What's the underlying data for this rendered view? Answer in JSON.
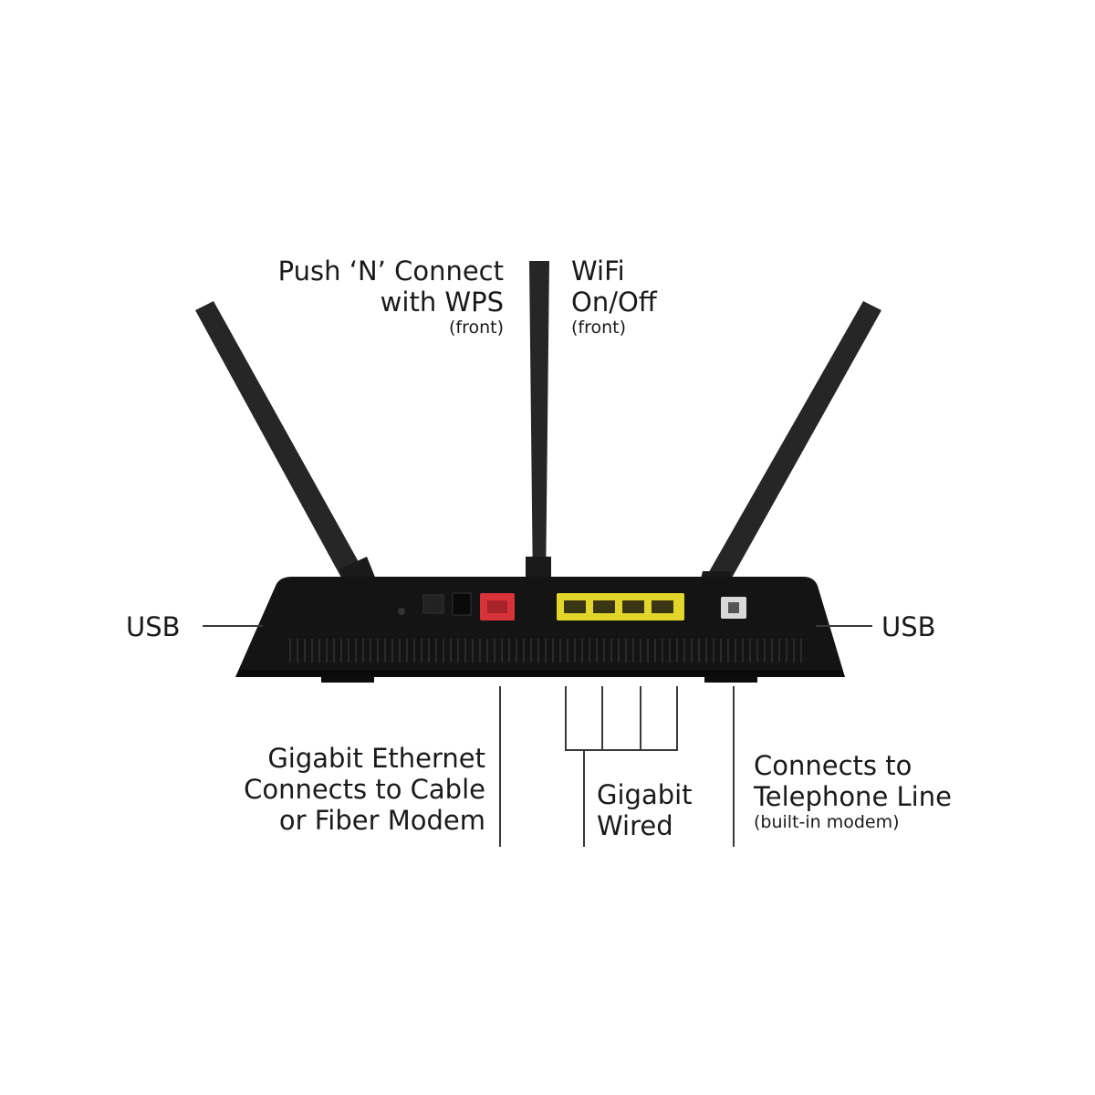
{
  "colors": {
    "body": "#141414",
    "antenna": "#262626",
    "lan_ports": "#e2d62a",
    "wan_port": "#d8323a",
    "lines": "#3a3a3a"
  },
  "labels": {
    "wps": {
      "line1": "Push ‘N’ Connect",
      "line2": "with WPS",
      "note": "(front)"
    },
    "wifi": {
      "line1": "WiFi",
      "line2": "On/Off",
      "note": "(front)"
    },
    "usb_left": "USB",
    "usb_right": "USB",
    "wan": {
      "line1": "Gigabit Ethernet",
      "line2": "Connects to Cable",
      "line3": "or Fiber Modem"
    },
    "lan": {
      "line1": "Gigabit",
      "line2": "Wired"
    },
    "phone": {
      "line1": "Connects to",
      "line2": "Telephone Line",
      "note": "(built-in modem)"
    }
  }
}
